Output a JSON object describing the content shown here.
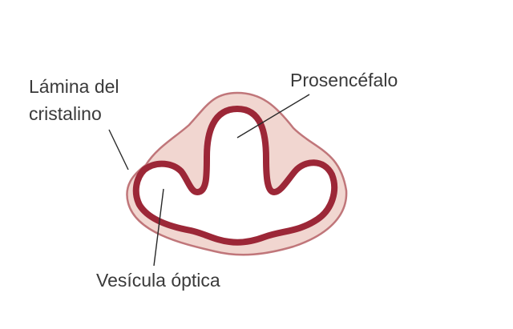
{
  "diagram": {
    "labels": {
      "lamina_line1": "Lámina del",
      "lamina_line2": "cristalino",
      "prosencefalo": "Prosencéfalo",
      "vesicula": "Vesícula óptica"
    },
    "colors": {
      "outer_fill": "#f1d6d0",
      "outer_stroke": "#c0767a",
      "wall": "#9c2737",
      "lumen": "#ffffff",
      "text": "#3a3a3a",
      "leader": "#2a2a2a"
    }
  }
}
